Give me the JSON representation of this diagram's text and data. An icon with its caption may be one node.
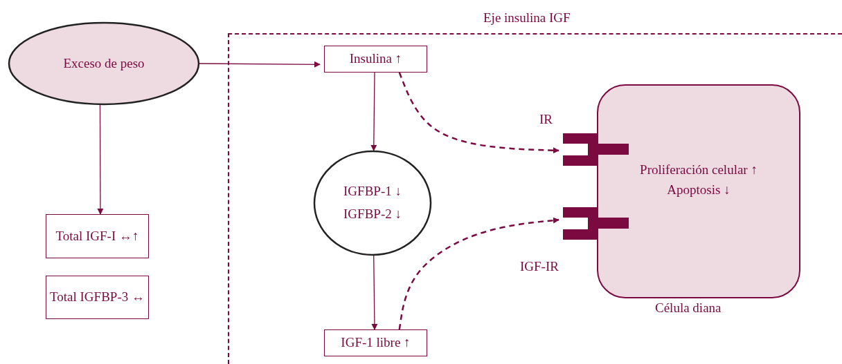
{
  "diagram": {
    "nodes": [
      {
        "text": [
          "Exceso de peso"
        ]
      },
      {
        "text": [
          "Total IGF-I ↔↑"
        ]
      },
      {
        "text": [
          "Total IGFBP-3 ↔"
        ]
      },
      {
        "text": [
          "Eje insulina IGF"
        ]
      },
      {
        "text": [
          "Insulina ↑"
        ],
        "in": 3
      },
      {
        "text": [
          "IGFBP-1 ↓",
          "IGFBP-2 ↓"
        ],
        "in": 3
      },
      {
        "text": [
          "IGF-1 libre ↑"
        ],
        "in": 3
      },
      {
        "text": [
          "Proliferación celular ↑",
          "Apoptosis ↓"
        ],
        "beside": [
          "Célula diana"
        ],
        "in": 3
      },
      {
        "text": [],
        "shape": "receptor",
        "beside": [
          "IR"
        ],
        "in": 3
      },
      {
        "text": [],
        "shape": "receptor",
        "beside": [
          "IGF-IR"
        ],
        "in": 3
      }
    ],
    "edges": [
      {
        "from": 0,
        "to": 4,
        "arrow": "to"
      },
      {
        "from": 0,
        "to": 1,
        "arrow": "to"
      },
      {
        "from": 4,
        "to": 5,
        "arrow": "to"
      },
      {
        "from": 5,
        "to": 6,
        "arrow": "to"
      },
      {
        "from": 4,
        "to": 8,
        "arrow": "to",
        "style": "dashed"
      },
      {
        "from": 6,
        "to": 9,
        "arrow": "to",
        "style": "dashed"
      }
    ]
  }
}
